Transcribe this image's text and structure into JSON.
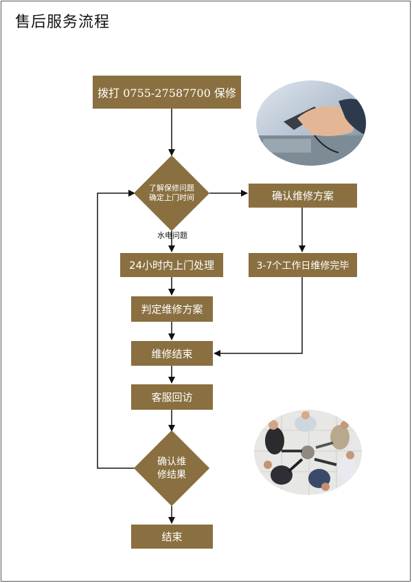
{
  "title": "售后服务流程",
  "nodes": {
    "call": "拨打 0755-27587700 保修",
    "understand_line1": "了解保修问题",
    "understand_line2": "确定上门时间",
    "confirm_plan_right": "确认维修方案",
    "workdays": "3-7个工作日维修完毕",
    "onsite24": "24小时内上门处理",
    "judge_plan": "判定维修方案",
    "repair_end": "维修结束",
    "visit": "客服回访",
    "confirm_result_line1": "确认维",
    "confirm_result_line2": "修结果",
    "end": "结束"
  },
  "edge_labels": {
    "water_electric": "水电问题"
  },
  "colors": {
    "node_fill": "#8a7040",
    "line": "#111111"
  }
}
